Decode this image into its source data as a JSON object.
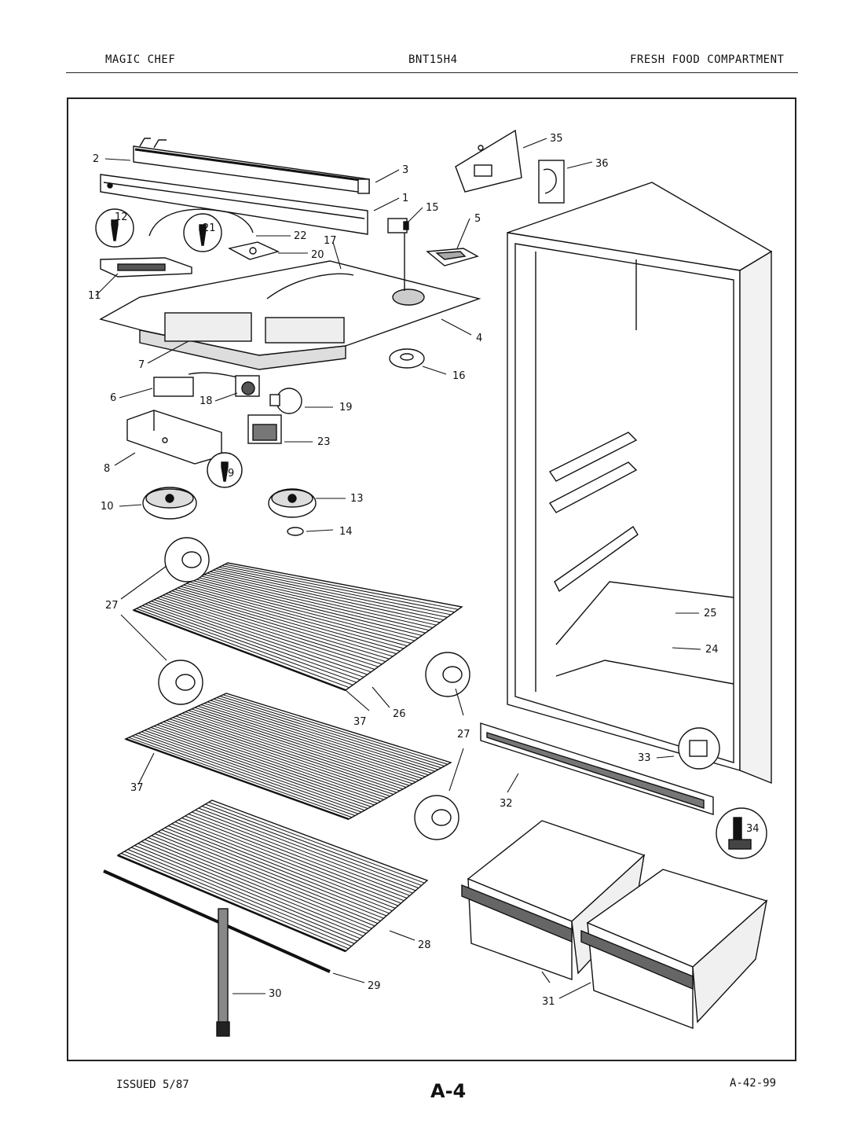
{
  "header": {
    "brand": "MAGIC CHEF",
    "model": "BNT15H4",
    "section": "FRESH FOOD COMPARTMENT"
  },
  "footer": {
    "issued": "ISSUED 5/87",
    "page": "A-4",
    "doc_number": "A-42-99"
  },
  "callouts": {
    "c1": "1",
    "c2": "2",
    "c3": "3",
    "c4": "4",
    "c5": "5",
    "c6": "6",
    "c7": "7",
    "c8": "8",
    "c9": "9",
    "c10": "10",
    "c11": "11",
    "c12": "12",
    "c13": "13",
    "c14": "14",
    "c15": "15",
    "c16": "16",
    "c17": "17",
    "c18": "18",
    "c19": "19",
    "c20": "20",
    "c21": "21",
    "c22": "22",
    "c23": "23",
    "c24": "24",
    "c25": "25",
    "c26": "26",
    "c27a": "27",
    "c27b": "27",
    "c28": "28",
    "c29": "29",
    "c30": "30",
    "c31": "31",
    "c32": "32",
    "c33": "33",
    "c34": "34",
    "c35": "35",
    "c36": "36",
    "c37a": "37",
    "c37b": "37"
  }
}
